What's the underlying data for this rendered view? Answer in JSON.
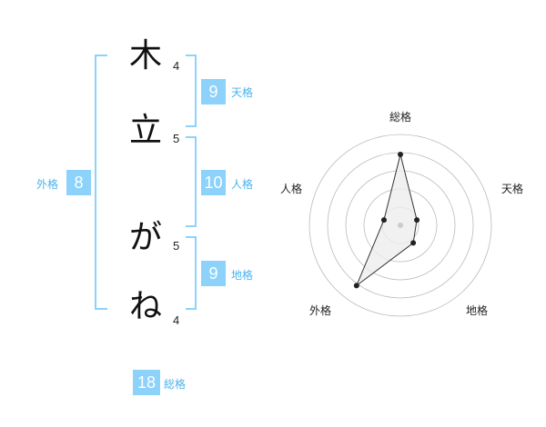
{
  "name": {
    "chars": [
      {
        "char": "木",
        "strokes": "4"
      },
      {
        "char": "立",
        "strokes": "5"
      },
      {
        "char": "が",
        "strokes": "5"
      },
      {
        "char": "ね",
        "strokes": "4"
      }
    ]
  },
  "fortune": {
    "tenkaku": {
      "value": "9",
      "label": "天格"
    },
    "jinkaku": {
      "value": "10",
      "label": "人格"
    },
    "chikaku": {
      "value": "9",
      "label": "地格"
    },
    "gaikaku": {
      "value": "8",
      "label": "外格"
    },
    "soukaku": {
      "value": "18",
      "label": "総格"
    }
  },
  "radar": {
    "labels": {
      "top": "総格",
      "right": "天格",
      "bottom_right": "地格",
      "bottom_left": "外格",
      "left": "人格"
    },
    "levels": 5,
    "values": {
      "soukaku": 0.78,
      "tenkaku": 0.19,
      "chikaku": 0.24,
      "gaikaku": 0.82,
      "jinkaku": 0.19
    },
    "colors": {
      "grid": "#bbbbbb",
      "fill": "#eeeeee",
      "line": "#333333",
      "point": "#222222"
    }
  }
}
